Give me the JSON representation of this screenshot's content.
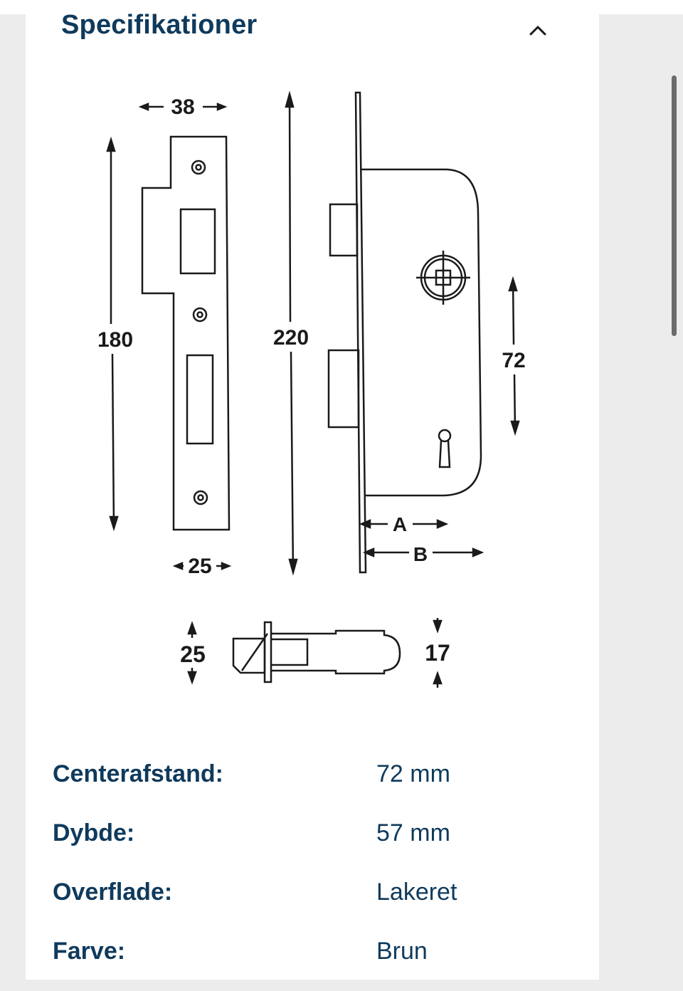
{
  "section": {
    "title": "Specifikationer"
  },
  "icons": {
    "collapse": "chevron-up-icon"
  },
  "drawing": {
    "dim_38": "38",
    "dim_180": "180",
    "dim_220": "220",
    "dim_25_face": "25",
    "dim_72": "72",
    "dim_A": "A",
    "dim_B": "B",
    "dim_25_latch": "25",
    "dim_17": "17"
  },
  "specs": [
    {
      "label": "Centerafstand:",
      "value": "72 mm"
    },
    {
      "label": "Dybde:",
      "value": "57 mm"
    },
    {
      "label": "Overflade:",
      "value": "Lakeret"
    },
    {
      "label": "Farve:",
      "value": "Brun"
    }
  ],
  "colors": {
    "heading": "#0f3a5c",
    "background": "#ffffff",
    "side": "#ececec"
  }
}
